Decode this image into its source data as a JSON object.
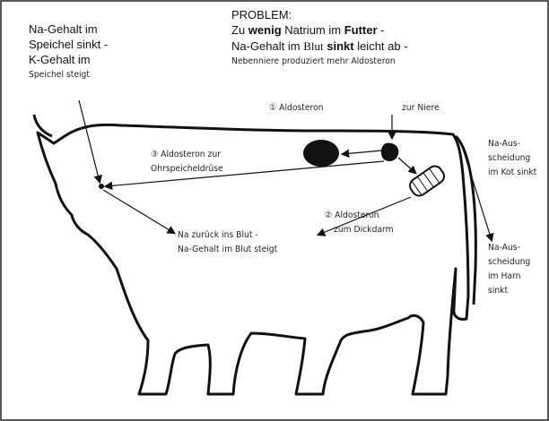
{
  "problem": {
    "heading": "PROBLEM:",
    "line1_a": "Zu ",
    "line1_b": "wenig",
    "line1_c": " Natrium im ",
    "line1_d": "Futter",
    "line1_e": " -",
    "line2_a": "Na-Gehalt im ",
    "line2_b": "Blut",
    "line2_c": " ",
    "line2_d": "sinkt",
    "line2_e": " leicht ab -",
    "line3": "Nebenniere produziert mehr Aldosteron"
  },
  "left_note": {
    "line1": "Na-Gehalt im",
    "line2": "Speichel sinkt -",
    "line3": "K-Gehalt im",
    "line4": "Speichel steigt"
  },
  "labels": {
    "aldosteron1": "① Aldosteron",
    "niere": "zur Niere",
    "aldosteron3_1": "③ Aldosteron zur",
    "aldosteron3_2": "Ohrspeicheldrüse",
    "aldosteron2_1": "② Aldosteron",
    "aldosteron2_2": "zum Dickdarm",
    "blut1": "Na zurück ins Blut -",
    "blut2": "Na-Gehalt im Blut steigt",
    "kot1": "Na-Aus-",
    "kot2": "scheidung",
    "kot3": "im Kot sinkt",
    "harn1": "Na-Aus-",
    "harn2": "scheidung",
    "harn3": "im Harn",
    "harn4": "sinkt"
  }
}
